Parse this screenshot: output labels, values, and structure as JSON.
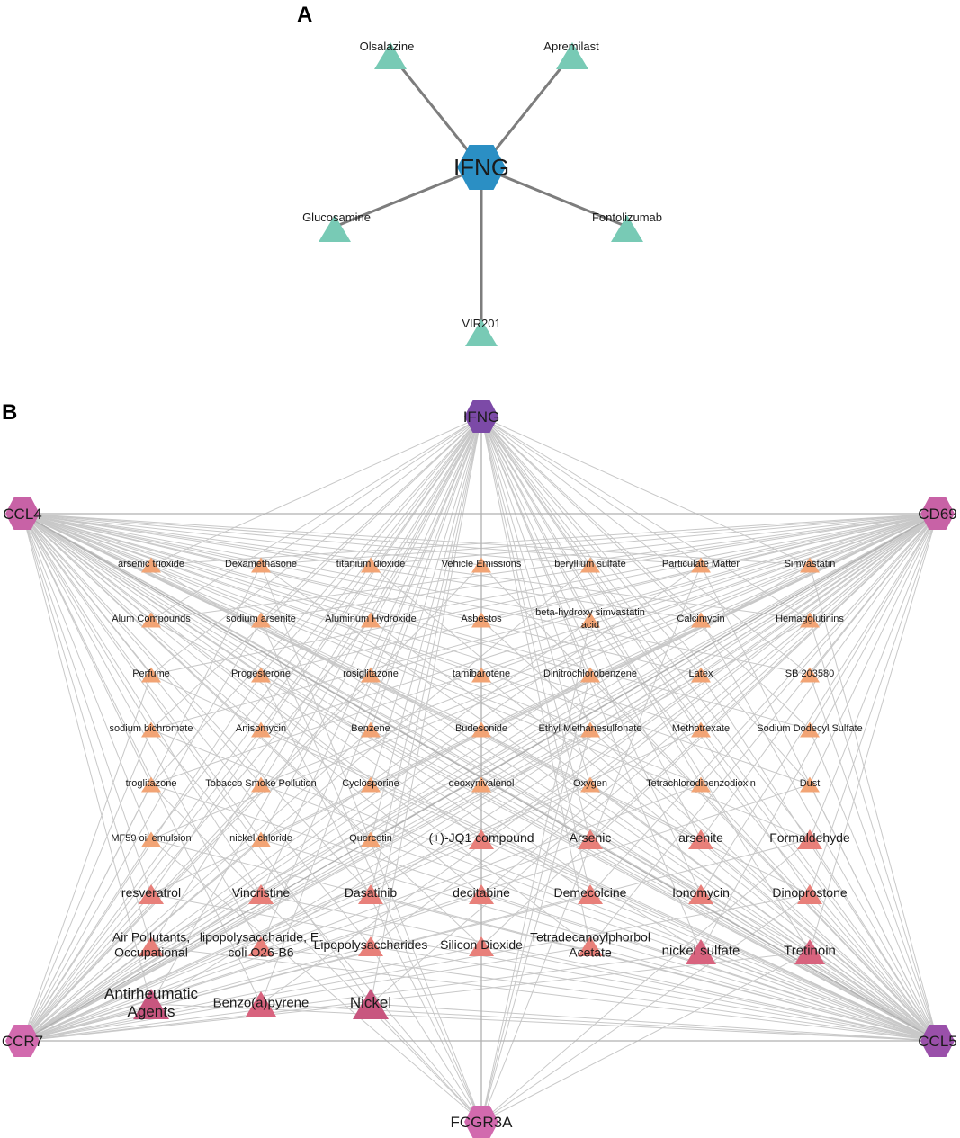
{
  "panel_a": {
    "letter": "A",
    "hub": {
      "label": "IFNG",
      "color": "#2B8FC4"
    },
    "drug_color": "#78CAB5",
    "drugs": [
      "Olsalazine",
      "Apremilast",
      "Glucosamine",
      "Fontolizumab",
      "VIR201"
    ]
  },
  "panel_b": {
    "letter": "B",
    "genes": [
      {
        "id": "IFNG",
        "label": "IFNG",
        "color": "#7C4AA7"
      },
      {
        "id": "CCL4",
        "label": "CCL4",
        "color": "#C862A6"
      },
      {
        "id": "CD69",
        "label": "CD69",
        "color": "#C862A6"
      },
      {
        "id": "CCR7",
        "label": "CCR7",
        "color": "#D26AAE"
      },
      {
        "id": "CCL5",
        "label": "CCL5",
        "color": "#9A50AA"
      },
      {
        "id": "FCGR3A",
        "label": "FCGR3A",
        "color": "#D26AAE"
      }
    ],
    "edge_color": "#c8c8c8",
    "compound_colors": [
      "#F2A475",
      "#E8807A",
      "#D8637E",
      "#C8567F"
    ],
    "compounds": [
      {
        "label": "arsenic trioxide",
        "tier": 0
      },
      {
        "label": "Dexamethasone",
        "tier": 0
      },
      {
        "label": "titanium dioxide",
        "tier": 0
      },
      {
        "label": "Vehicle Emissions",
        "tier": 0
      },
      {
        "label": "beryllium sulfate",
        "tier": 0
      },
      {
        "label": "Particulate Matter",
        "tier": 0
      },
      {
        "label": "Simvastatin",
        "tier": 0
      },
      {
        "label": "Alum Compounds",
        "tier": 0
      },
      {
        "label": "sodium arsenite",
        "tier": 0
      },
      {
        "label": "Aluminum Hydroxide",
        "tier": 0
      },
      {
        "label": "Asbestos",
        "tier": 0
      },
      {
        "label": "beta-hydroxy simvastatin acid",
        "tier": 0
      },
      {
        "label": "Calcimycin",
        "tier": 0
      },
      {
        "label": "Hemagglutinins",
        "tier": 0
      },
      {
        "label": "Perfume",
        "tier": 0
      },
      {
        "label": "Progesterone",
        "tier": 0
      },
      {
        "label": "rosiglitazone",
        "tier": 0
      },
      {
        "label": "tamibarotene",
        "tier": 0
      },
      {
        "label": "Dinitrochlorobenzene",
        "tier": 0
      },
      {
        "label": "Latex",
        "tier": 0
      },
      {
        "label": "SB 203580",
        "tier": 0
      },
      {
        "label": "sodium bichromate",
        "tier": 0
      },
      {
        "label": "Anisomycin",
        "tier": 0
      },
      {
        "label": "Benzene",
        "tier": 0
      },
      {
        "label": "Budesonide",
        "tier": 0
      },
      {
        "label": "Ethyl Methanesulfonate",
        "tier": 0
      },
      {
        "label": "Methotrexate",
        "tier": 0
      },
      {
        "label": "Sodium Dodecyl Sulfate",
        "tier": 0
      },
      {
        "label": "troglitazone",
        "tier": 0
      },
      {
        "label": "Tobacco Smoke Pollution",
        "tier": 0
      },
      {
        "label": "Cyclosporine",
        "tier": 0
      },
      {
        "label": "deoxynivalenol",
        "tier": 0
      },
      {
        "label": "Oxygen",
        "tier": 0
      },
      {
        "label": "Tetrachlorodibenzodioxin",
        "tier": 0
      },
      {
        "label": "Dust",
        "tier": 0
      },
      {
        "label": "MF59 oil emulsion",
        "tier": 0
      },
      {
        "label": "nickel chloride",
        "tier": 0
      },
      {
        "label": "Quercetin",
        "tier": 0
      },
      {
        "label": "(+)-JQ1 compound",
        "tier": 1
      },
      {
        "label": "Arsenic",
        "tier": 1
      },
      {
        "label": "arsenite",
        "tier": 1
      },
      {
        "label": "Formaldehyde",
        "tier": 1
      },
      {
        "label": "resveratrol",
        "tier": 1
      },
      {
        "label": "Vincristine",
        "tier": 1
      },
      {
        "label": "Dasatinib",
        "tier": 1
      },
      {
        "label": "decitabine",
        "tier": 1
      },
      {
        "label": "Demecolcine",
        "tier": 1
      },
      {
        "label": "Ionomycin",
        "tier": 1
      },
      {
        "label": "Dinoprostone",
        "tier": 1
      },
      {
        "label": "Air Pollutants, Occupational",
        "tier": 1
      },
      {
        "label": "lipopolysaccharide, E. coli O26-B6",
        "tier": 1
      },
      {
        "label": "Lipopolysaccharides",
        "tier": 1
      },
      {
        "label": "Silicon Dioxide",
        "tier": 1
      },
      {
        "label": "Tetradecanoylphorbol Acetate",
        "tier": 1
      },
      {
        "label": "nickel sulfate",
        "tier": 2
      },
      {
        "label": "Tretinoin",
        "tier": 2
      },
      {
        "label": "Antirheumatic Agents",
        "tier": 3
      },
      {
        "label": "Benzo(a)pyrene",
        "tier": 2
      },
      {
        "label": "Nickel",
        "tier": 3
      }
    ]
  }
}
